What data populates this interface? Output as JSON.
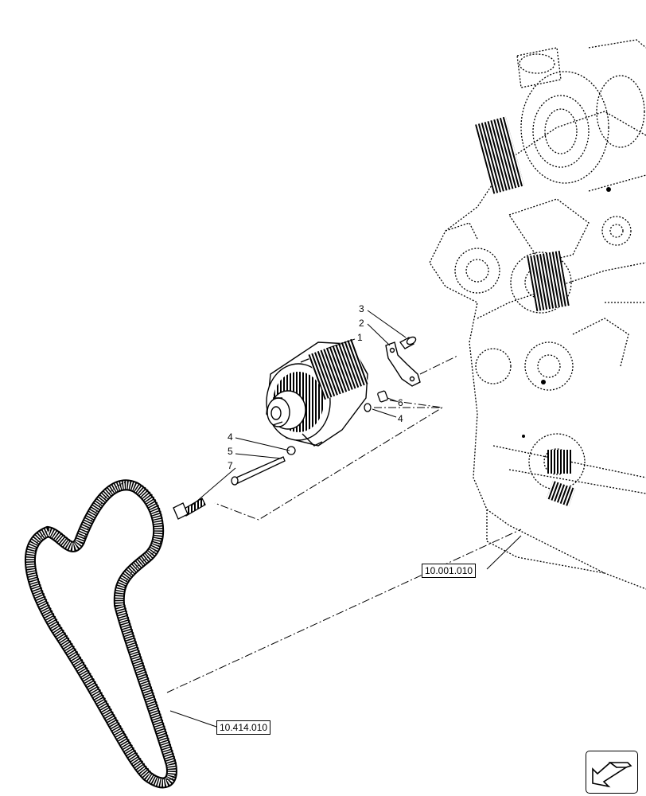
{
  "callouts": {
    "c1": "1",
    "c2": "2",
    "c3": "3",
    "c4a": "4",
    "c4b": "4",
    "c5": "5",
    "c6": "6",
    "c7": "7"
  },
  "references": {
    "engine_ref": "10.001.010",
    "belt_ref": "10.414.010"
  },
  "nav": {
    "icon": "arrow-icon"
  }
}
